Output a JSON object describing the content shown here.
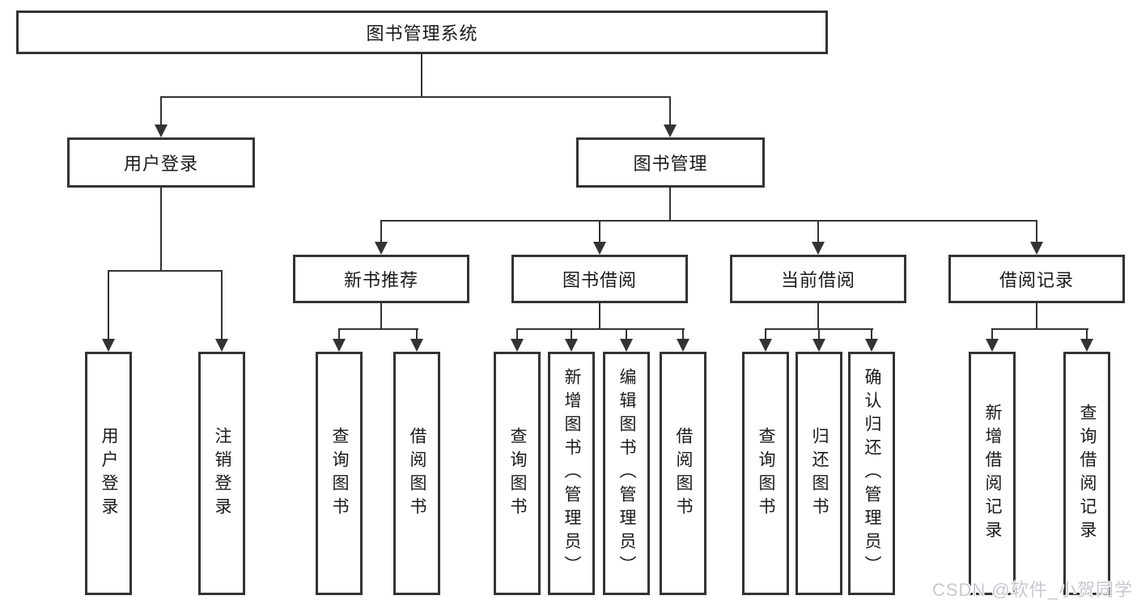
{
  "tree": {
    "label": "图书管理系统",
    "children": [
      {
        "label": "用户登录",
        "children": [
          {
            "label": "用户登录"
          },
          {
            "label": "注销登录"
          }
        ]
      },
      {
        "label": "图书管理",
        "children": [
          {
            "label": "新书推荐",
            "children": [
              {
                "label": "查询图书"
              },
              {
                "label": "借阅图书"
              }
            ]
          },
          {
            "label": "图书借阅",
            "children": [
              {
                "label": "查询图书"
              },
              {
                "label": "新增图书（管理员）"
              },
              {
                "label": "编辑图书（管理员）"
              },
              {
                "label": "借阅图书"
              }
            ]
          },
          {
            "label": "当前借阅",
            "children": [
              {
                "label": "查询图书"
              },
              {
                "label": "归还图书"
              },
              {
                "label": "确认归还（管理员）"
              }
            ]
          },
          {
            "label": "借阅记录",
            "children": [
              {
                "label": "新增借阅记录"
              },
              {
                "label": "查询借阅记录"
              }
            ]
          }
        ]
      }
    ]
  },
  "watermark": {
    "text": "CSDN @软件_小贺同学"
  },
  "colors": {
    "line": "#333333",
    "text": "#1a1a1a",
    "background": "#ffffff",
    "watermark": "#c6c9cf"
  }
}
